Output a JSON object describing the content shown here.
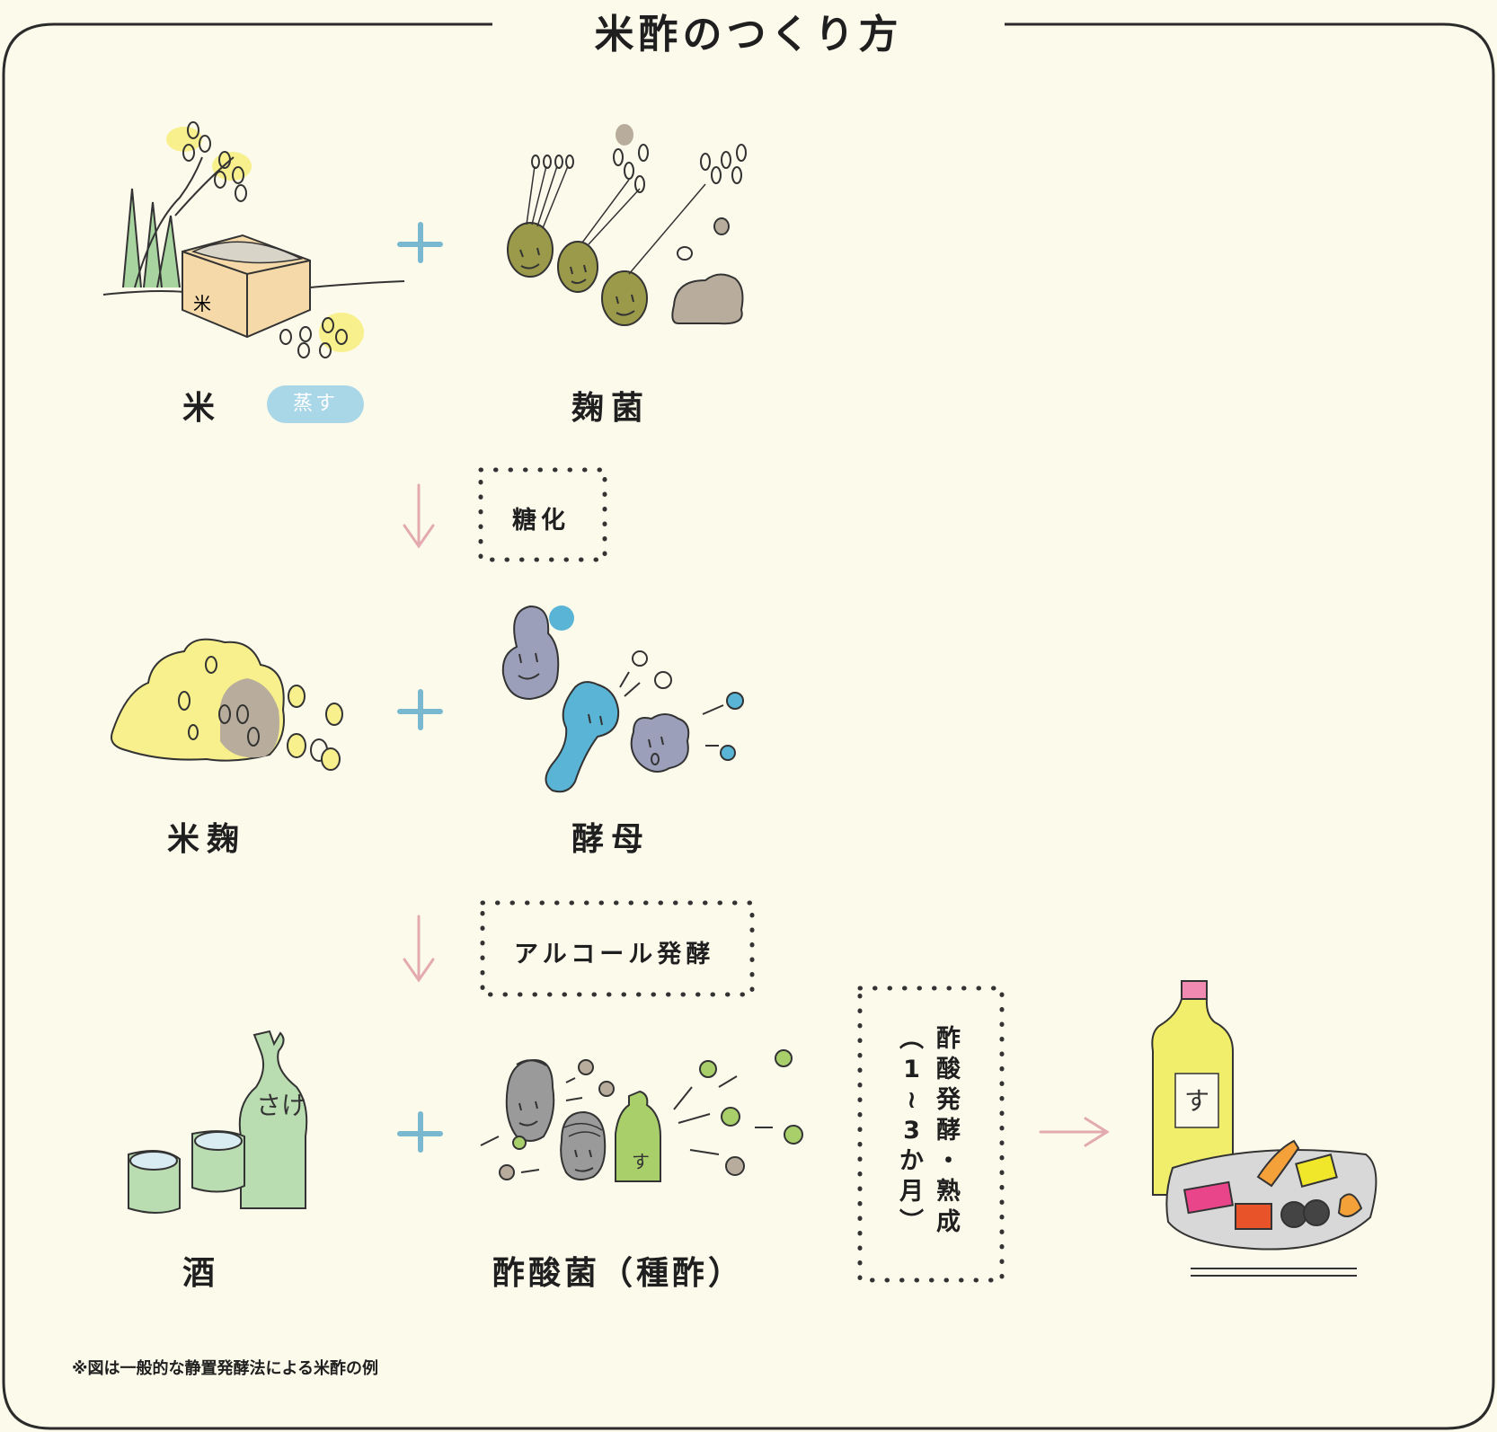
{
  "title": "米酢のつくり方",
  "ingredients": {
    "rice": "米",
    "rice_action": "蒸す",
    "koji_mold": "麹菌",
    "rice_koji": "米麹",
    "yeast": "酵母",
    "sake": "酒",
    "acetic_bacteria": "酢酸菌（種酢）"
  },
  "steps": {
    "saccharification": "糖化",
    "alcohol_fermentation": "アルコール発酵",
    "acetic_fermentation": "酢酸発酵・熟成",
    "duration": "（1～3か月）"
  },
  "labels": {
    "bottle": "す",
    "sake_bottle": "さけ",
    "box": "米"
  },
  "footnote": "※図は一般的な静置発酵法による米酢の例",
  "colors": {
    "background": "#fcfaeb",
    "frame": "#2b2b2b",
    "plus": "#7ab8cf",
    "arrow": "#e3aab0",
    "pill": "#a9d7e8",
    "yellow": "#f7f08c",
    "olive": "#9a9a4a",
    "green_pale": "#b9dcb0",
    "blue": "#5ab4d6",
    "grey_purple": "#9b9fb9",
    "lime": "#a9cf6b",
    "taupe": "#b8ad9c"
  }
}
